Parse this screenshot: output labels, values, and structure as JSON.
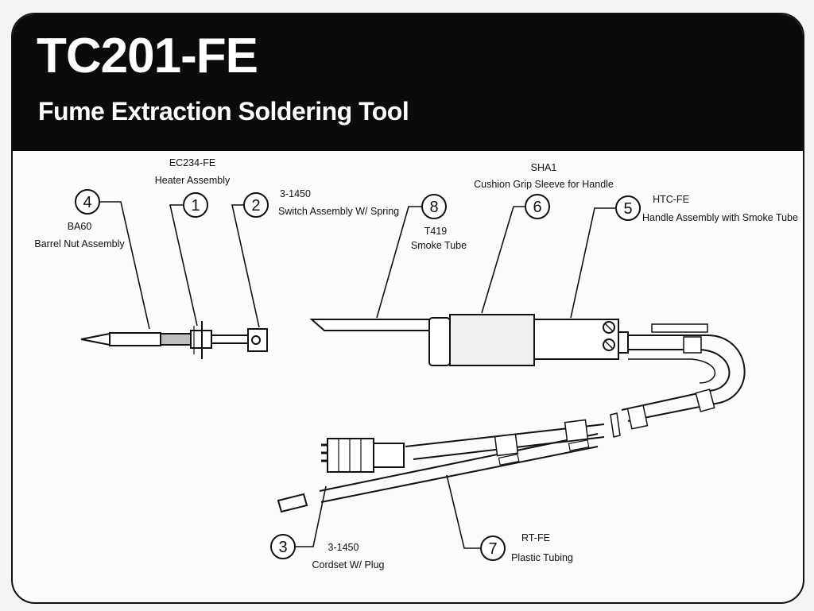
{
  "header": {
    "model": "TC201-FE",
    "subtitle": "Fume Extraction Soldering Tool"
  },
  "callouts": [
    {
      "number": "1",
      "part": "EC234-FE",
      "description": "Heater Assembly"
    },
    {
      "number": "2",
      "part": "3-1450",
      "description": "Switch Assembly W/ Spring"
    },
    {
      "number": "3",
      "part": "3-1450",
      "description": "Cordset W/ Plug"
    },
    {
      "number": "4",
      "part": "BA60",
      "description": "Barrel Nut Assembly"
    },
    {
      "number": "5",
      "part": "HTC-FE",
      "description": "Handle Assembly with Smoke Tube"
    },
    {
      "number": "6",
      "part": "SHA1",
      "description": "Cushion Grip Sleeve for Handle"
    },
    {
      "number": "7",
      "part": "RT-FE",
      "description": "Plastic Tubing"
    },
    {
      "number": "8",
      "part": "T419",
      "description": "Smoke Tube"
    }
  ]
}
